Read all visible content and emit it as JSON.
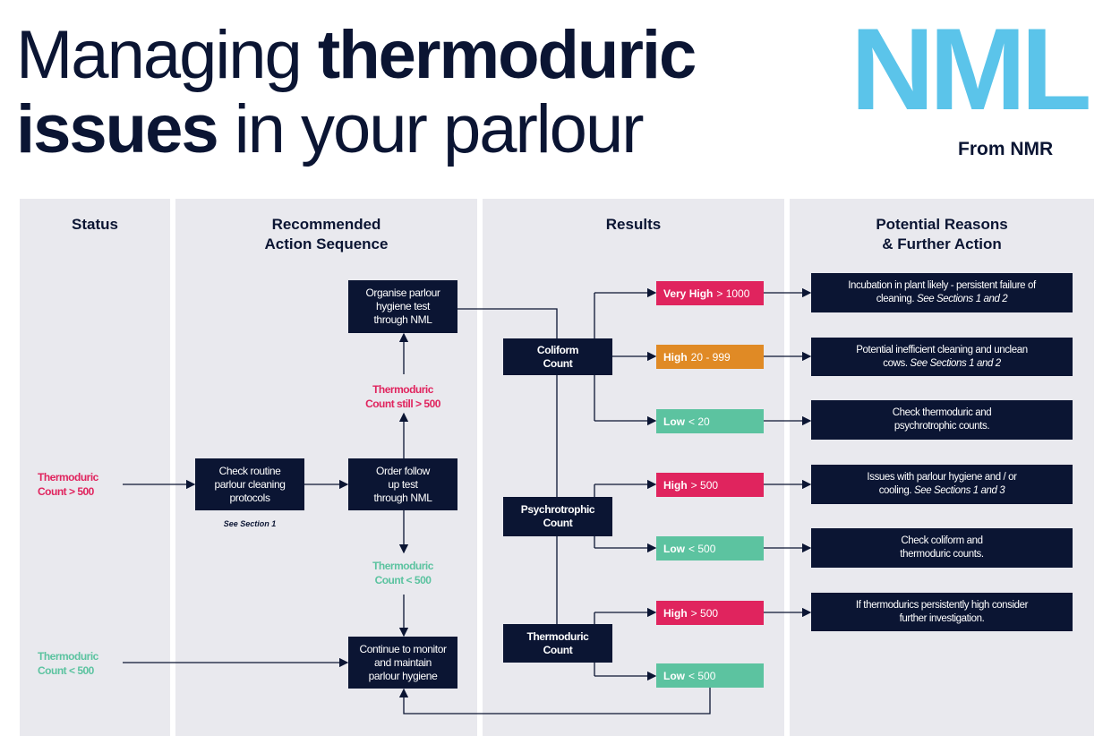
{
  "title": {
    "line1_light": "Managing ",
    "line1_bold": "thermoduric",
    "line2_bold": "issues",
    "line2_light": " in your parlour"
  },
  "logo": {
    "text": "NML",
    "from": "From NMR"
  },
  "colors": {
    "navy": "#0b1533",
    "red": "#e0245e",
    "orange": "#e08a25",
    "green": "#5cc3a0",
    "logo": "#5bc4ea"
  },
  "columns": {
    "status": "Status",
    "action_1": "Recommended",
    "action_2": "Action Sequence",
    "results": "Results",
    "reasons_1": "Potential Reasons",
    "reasons_2": "& Further Action"
  },
  "status": {
    "high_1": "Thermoduric",
    "high_2": "Count > 500",
    "low_1": "Thermoduric",
    "low_2": "Count < 500"
  },
  "actions": {
    "check": [
      "Check routine",
      "parlour cleaning",
      "protocols"
    ],
    "see_section": "See Section 1",
    "order": [
      "Order follow",
      "up test",
      "through NML"
    ],
    "still_high": [
      "Thermoduric",
      "Count still > 500"
    ],
    "organise": [
      "Organise parlour",
      "hygiene test",
      "through NML"
    ],
    "low": [
      "Thermoduric",
      "Count < 500"
    ],
    "continue": [
      "Continue to monitor",
      "and maintain",
      "parlour hygiene"
    ]
  },
  "counts": {
    "coliform": [
      "Coliform",
      "Count"
    ],
    "psychrotrophic": [
      "Psychrotrophic",
      "Count"
    ],
    "thermoduric": [
      "Thermoduric",
      "Count"
    ]
  },
  "results": [
    {
      "bold": "Very High",
      "rest": "> 1000"
    },
    {
      "bold": "High",
      "rest": "20 - 999"
    },
    {
      "bold": "Low",
      "rest": "< 20"
    },
    {
      "bold": "High",
      "rest": "> 500"
    },
    {
      "bold": "Low",
      "rest": "< 500"
    },
    {
      "bold": "High",
      "rest": "> 500"
    },
    {
      "bold": "Low",
      "rest": "< 500"
    }
  ],
  "reasons": [
    {
      "text": "Incubation in plant likely - persistent failure of cleaning.",
      "italic": "See Sections 1 and 2"
    },
    {
      "text": "Potential inefficient cleaning and unclean cows.",
      "italic": "See Sections 1 and 2"
    },
    {
      "text": "Check thermoduric and psychrotrophic counts.",
      "italic": ""
    },
    {
      "text": "Issues with parlour hygiene and / or cooling.",
      "italic": "See Sections 1 and 3"
    },
    {
      "text": "Check coliform and thermoduric counts.",
      "italic": ""
    },
    {
      "text": "If thermodurics persistently high consider further investigation.",
      "italic": ""
    }
  ]
}
